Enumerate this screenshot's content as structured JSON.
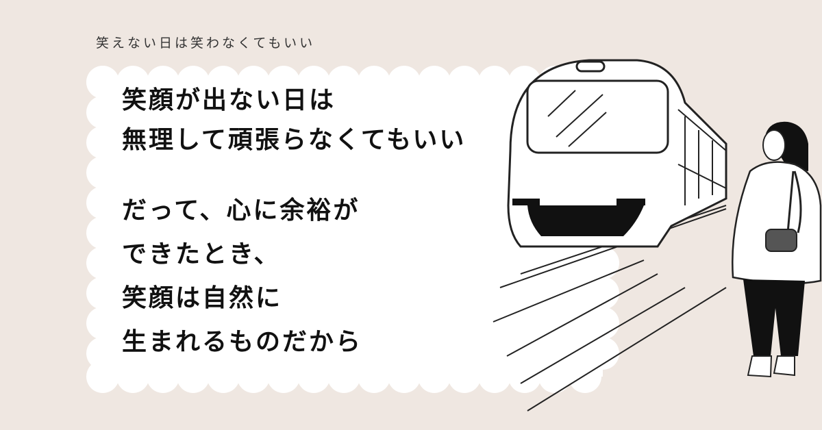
{
  "subtitle": "笑えない日は笑わなくてもいい",
  "heading": {
    "line1": "笑顔が出ない日は",
    "line2": "無理して頑張らなくてもいい"
  },
  "body": {
    "line1": "だって、心に余裕が",
    "line2": "できたとき、",
    "line3": "笑顔は自然に",
    "line4": "生まれるものだから"
  }
}
